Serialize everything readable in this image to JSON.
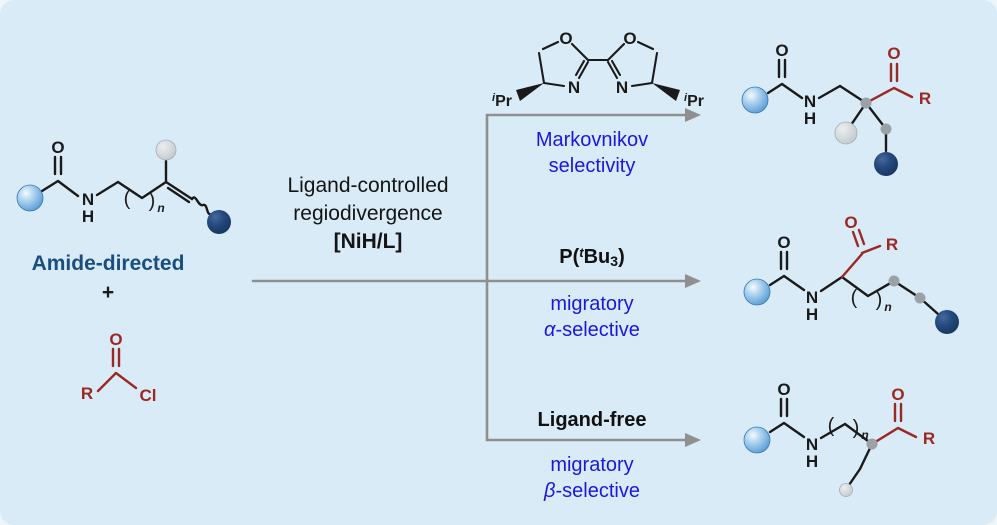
{
  "colors": {
    "background": "#d8ebf7",
    "bond_black": "#1a1a1a",
    "acyl_red": "#9c2824",
    "condition_blue": "#1c17e0",
    "amide_navy": "#1a4e80",
    "arrow_gray": "#8f8f8f",
    "sphere_blue": "#4d92d0",
    "navy_ball": "#1d3c6e",
    "gray_dot": "#9ba1a6",
    "light_gray_ball": "#c8cED2"
  },
  "atoms": {
    "O": "O",
    "N": "N",
    "H": "H",
    "R": "R",
    "Cl": "Cl"
  },
  "bracket": {
    "open": "(",
    "close": ")",
    "sub": "n"
  },
  "ligand": {
    "ipr_sup": "i",
    "ipr_core": "Pr"
  },
  "left_panel": {
    "substrate_label": "Amide-directed",
    "plus": "+"
  },
  "center": {
    "line1": "Ligand-controlled",
    "line2": "regiodivergence",
    "catalyst": "[NiH/L]"
  },
  "branches": {
    "markovnikov": {
      "line1": "Markovnikov",
      "line2": "selectivity"
    },
    "alpha": {
      "condition_pre": "P(",
      "condition_sup": "t",
      "condition_core": "Bu",
      "condition_sub": "3",
      "condition_post": ")",
      "line1": "migratory",
      "greek": "α",
      "suffix": "-selective"
    },
    "beta": {
      "condition": "Ligand-free",
      "line1": "migratory",
      "greek": "β",
      "suffix": "-selective"
    }
  }
}
